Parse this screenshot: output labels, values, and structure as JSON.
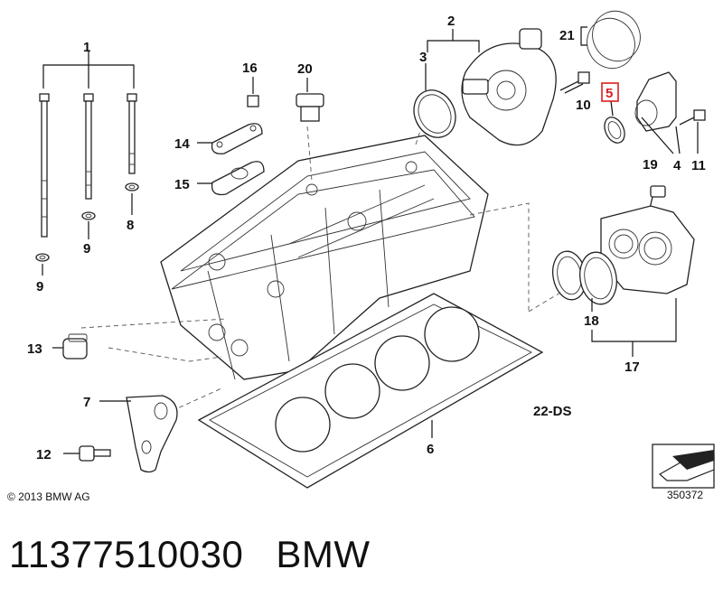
{
  "diagram": {
    "labels": [
      "1",
      "2",
      "3",
      "4",
      "5",
      "6",
      "7",
      "8",
      "9",
      "9",
      "10",
      "11",
      "12",
      "13",
      "14",
      "15",
      "16",
      "17",
      "18",
      "19",
      "20",
      "21",
      "22-DS"
    ],
    "highlighted_label": "5",
    "highlight_color": "#d92020",
    "copyright": "© 2013 BMW AG",
    "image_number": "350372"
  },
  "footer": {
    "part_number": "11377510030",
    "brand": "BMW"
  }
}
